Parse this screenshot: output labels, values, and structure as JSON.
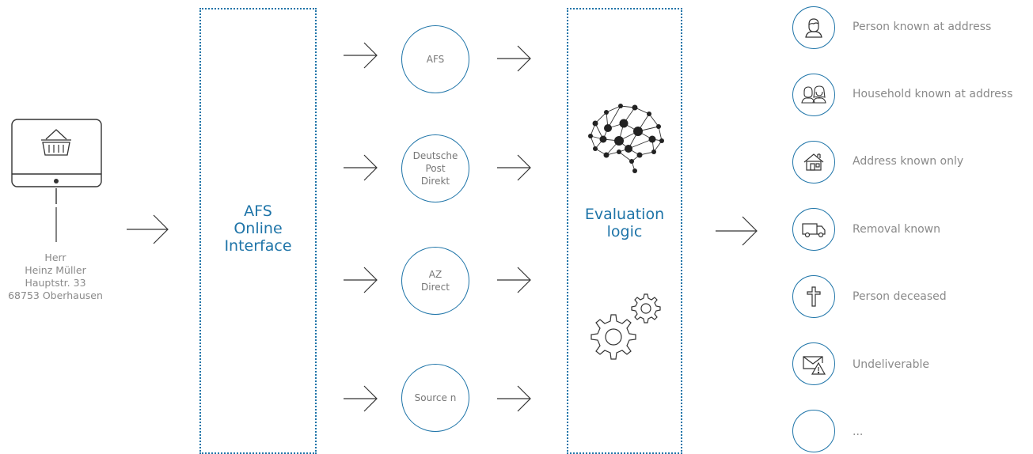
{
  "customer": {
    "address_lines": [
      "Herr",
      "Heinz Müller",
      "Hauptstr. 33",
      "68753 Oberhausen"
    ],
    "icon": "shopping-basket-monitor-icon"
  },
  "interface_box": {
    "title_lines": [
      "AFS",
      "Online",
      "Interface"
    ]
  },
  "sources": [
    {
      "lines": [
        "AFS"
      ]
    },
    {
      "lines": [
        "Deutsche",
        "Post",
        "Direkt"
      ]
    },
    {
      "lines": [
        "AZ",
        "Direct"
      ]
    },
    {
      "lines": [
        "Source n"
      ]
    }
  ],
  "evaluation_box": {
    "title_lines": [
      "Evaluation",
      "logic"
    ],
    "icons": [
      "neural-network-brain-icon",
      "gears-icon"
    ]
  },
  "results": [
    {
      "label": "Person known at address",
      "icon": "person-icon"
    },
    {
      "label": "Household known at address",
      "icon": "household-icon"
    },
    {
      "label": "Address known only",
      "icon": "house-icon"
    },
    {
      "label": "Removal known",
      "icon": "truck-icon"
    },
    {
      "label": "Person deceased",
      "icon": "cross-icon"
    },
    {
      "label": "Undeliverable",
      "icon": "envelope-warning-icon"
    },
    {
      "label": "...",
      "icon": ""
    }
  ],
  "colors": {
    "accent": "#1e74a8",
    "text_gray": "#8a8a8a",
    "icon_dark": "#333333"
  }
}
